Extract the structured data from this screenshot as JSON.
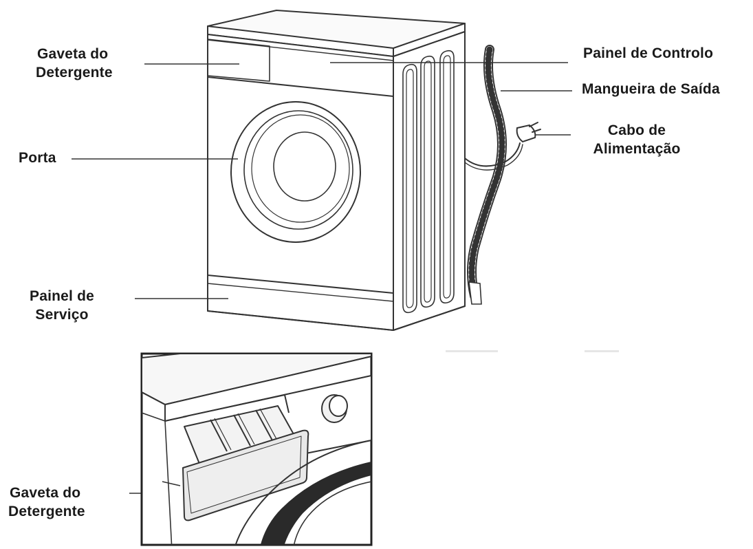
{
  "labels": {
    "gaveta_top": {
      "line1": "Gaveta do",
      "line2": "Detergente"
    },
    "painel_controlo": "Painel de Controlo",
    "mangueira_saida": "Mangueira de Saída",
    "cabo_alimentacao": {
      "line1": "Cabo de",
      "line2": "Alimentação"
    },
    "porta": "Porta",
    "painel_servico": {
      "line1": "Painel de",
      "line2": "Serviço"
    },
    "gaveta_bottom": {
      "line1": "Gaveta do",
      "line2": "Detergente"
    }
  },
  "colors": {
    "ink": "#1a1a1a",
    "line": "#333333",
    "light_fill": "#f7f7f7",
    "shade": "#d9d9d9",
    "dark_band": "#2a2a2a"
  }
}
